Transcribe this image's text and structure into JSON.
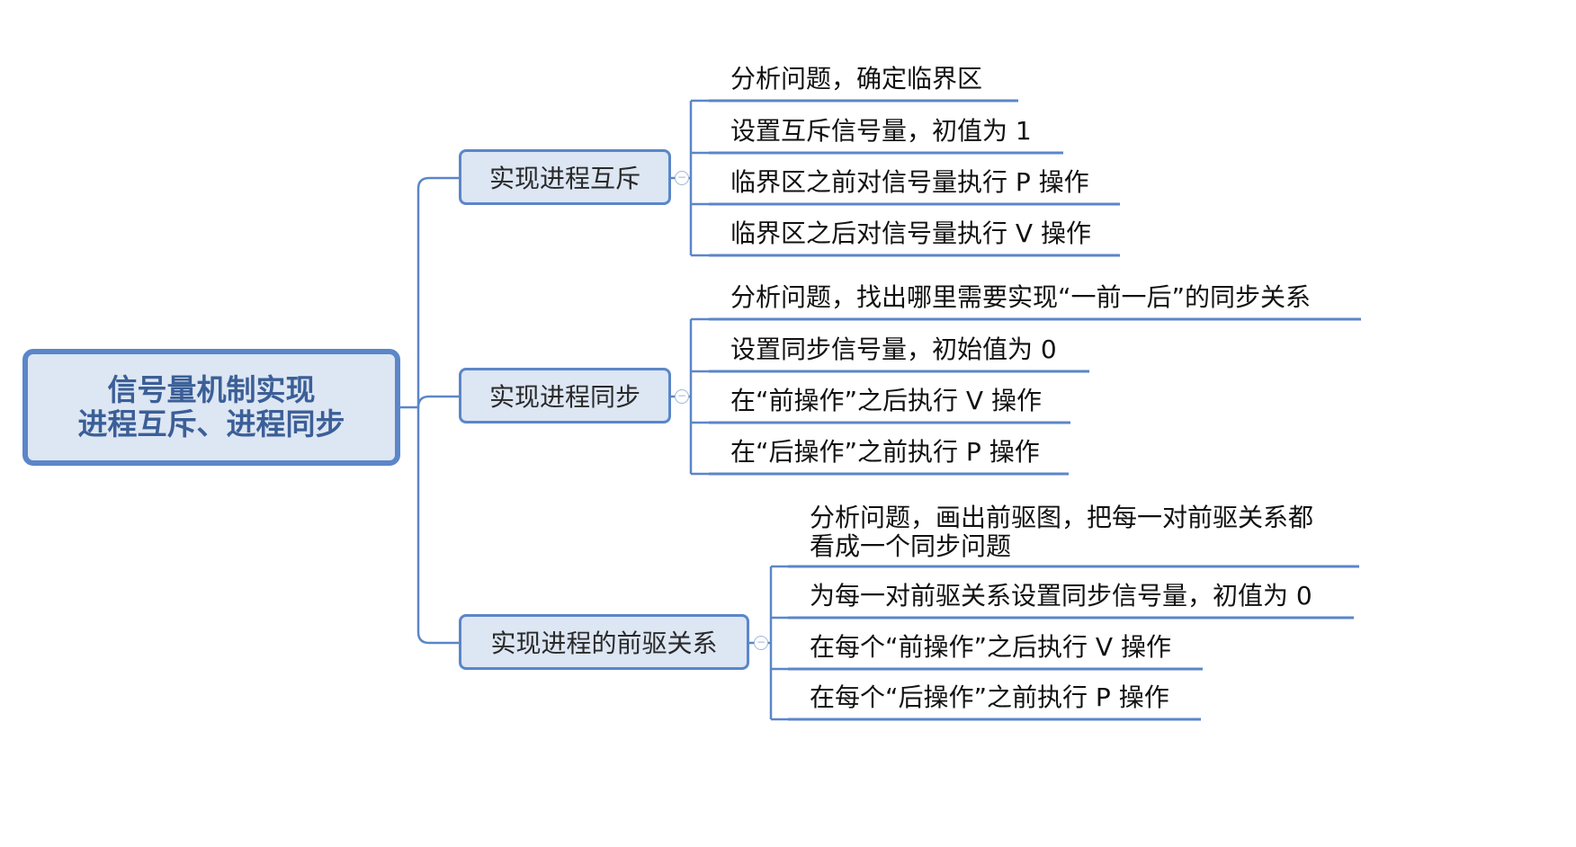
{
  "root": {
    "line1": "信号量机制实现",
    "line2": "进程互斥、进程同步"
  },
  "branches": [
    {
      "label": "实现进程互斥",
      "leaves": [
        "分析问题，确定临界区",
        "设置互斥信号量，初值为 1",
        "临界区之前对信号量执行 P 操作",
        "临界区之后对信号量执行 V 操作"
      ]
    },
    {
      "label": "实现进程同步",
      "leaves": [
        "分析问题，找出哪里需要实现“一前一后”的同步关系",
        "设置同步信号量，初始值为 0",
        "在“前操作”之后执行 V 操作",
        "在“后操作”之前执行 P 操作"
      ]
    },
    {
      "label": "实现进程的前驱关系",
      "leaves": [
        "分析问题，画出前驱图，把每一对前驱关系都",
        "为每一对前驱关系设置同步信号量，初值为 0",
        "在每个“前操作”之后执行 V 操作",
        "在每个“后操作”之前执行 P 操作"
      ],
      "leaf0_line2": "看成一个同步问题"
    }
  ],
  "collapse_symbol": "−",
  "colors": {
    "node_border": "#5b86c9",
    "node_fill": "#dde6f3",
    "root_text": "#3b5f97",
    "connector": "#5b86c9"
  }
}
